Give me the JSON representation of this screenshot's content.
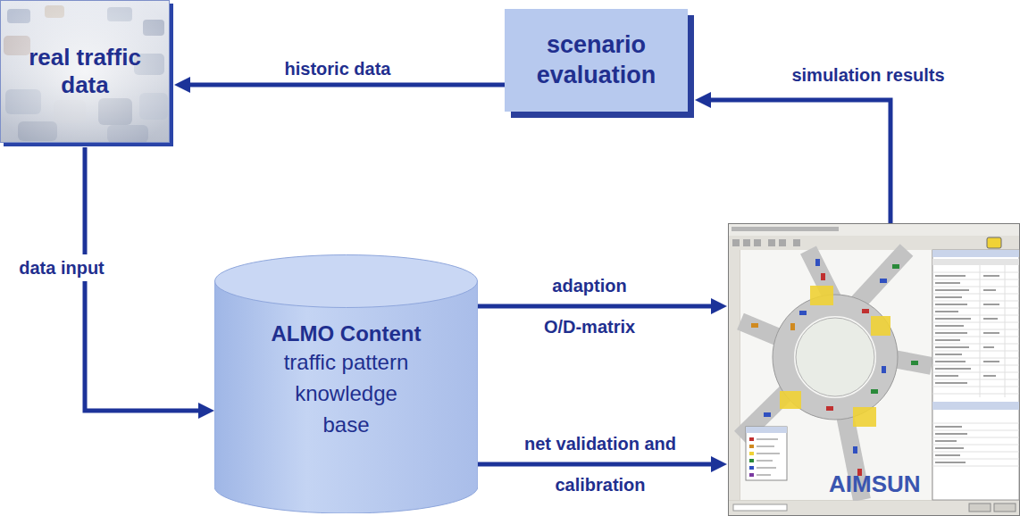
{
  "diagram": {
    "nodes": [
      {
        "text": [
          "real traffic data"
        ]
      },
      {
        "text": [
          "scenario evaluation"
        ]
      },
      {
        "text": [
          "ALMO Content",
          "traffic pattern knowledge base"
        ]
      },
      {
        "text": [
          "AIMSUN"
        ]
      }
    ],
    "edges": [
      {
        "from": 1,
        "to": 0,
        "label": "historic data",
        "arrow": "to"
      },
      {
        "from": 3,
        "to": 1,
        "label": "simulation results",
        "arrow": "to"
      },
      {
        "from": 0,
        "to": 2,
        "label": "data input",
        "arrow": "to"
      },
      {
        "from": 2,
        "to": 3,
        "label": "adaption O/D-matrix",
        "arrow": "to"
      },
      {
        "from": 2,
        "to": 3,
        "label": "net validation and calibration",
        "arrow": "to"
      }
    ]
  }
}
